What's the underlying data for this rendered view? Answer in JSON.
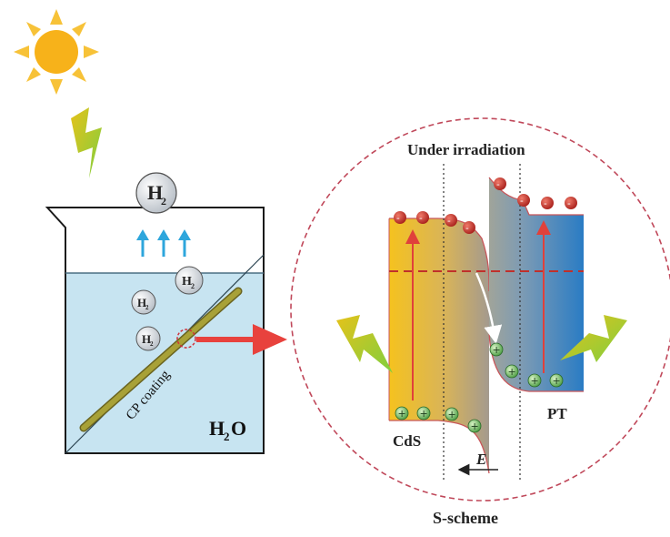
{
  "beaker": {
    "gas_main": "H",
    "gas_main_sub": "2",
    "bubble_text": "H",
    "bubble_sub": "2",
    "coating_label": "CP coating",
    "water_label": "H",
    "water_sub": "2",
    "water_tail": "O"
  },
  "scheme": {
    "condition_label": "Under irradiation",
    "left_material": "CdS",
    "right_material": "PT",
    "field_label": "E",
    "title": "S-scheme",
    "electron_sign": "-",
    "hole_sign": "+"
  },
  "colors": {
    "beaker_water": "#c7e4f1",
    "cds_band": "#f3c22b",
    "pt_band": "#2f82c8",
    "electron": "#c0302b",
    "hole": "#3f9a3c",
    "arrow_red": "#e8423d",
    "arrow_blue": "#2ea6dc",
    "sun": "#f6b21b",
    "bolt": "#d7c21c",
    "circle_dash": "#c0485a"
  }
}
